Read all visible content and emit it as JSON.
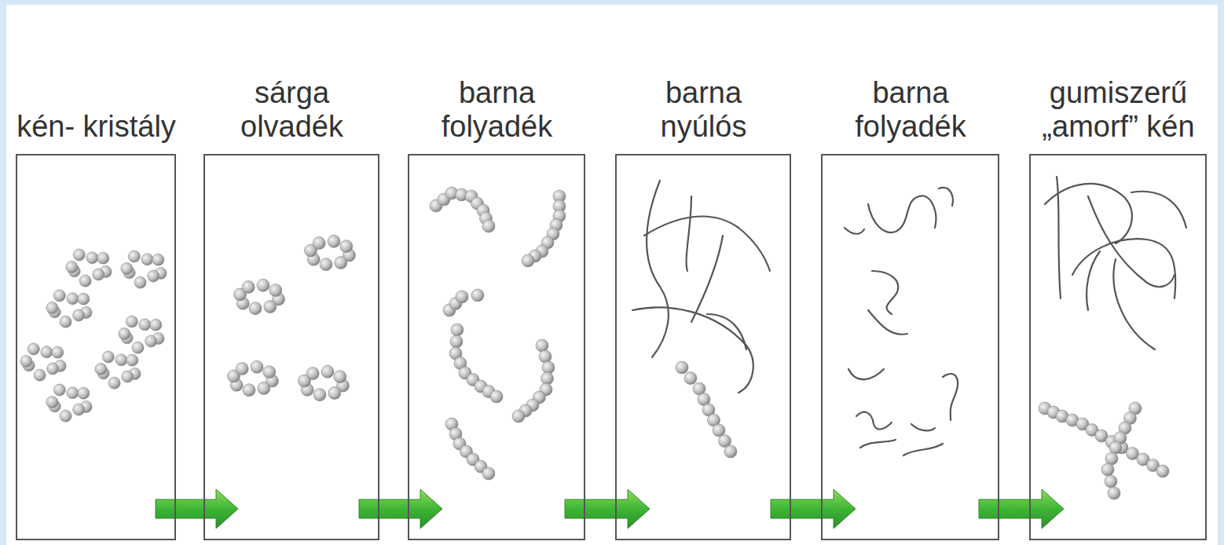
{
  "diagram": {
    "nodes": [
      {
        "text": [
          "kén- kristály"
        ]
      },
      {
        "text": [
          "sárga olvadék"
        ]
      },
      {
        "text": [
          "barna folyadék"
        ]
      },
      {
        "text": [
          "barna nyúlós"
        ]
      },
      {
        "text": [
          "barna folyadék"
        ]
      },
      {
        "text": [
          "gumiszerű „amorf” kén"
        ]
      }
    ],
    "edges": [
      {
        "from": 0,
        "to": 1,
        "arrow": "to"
      },
      {
        "from": 1,
        "to": 2,
        "arrow": "to"
      },
      {
        "from": 2,
        "to": 3,
        "arrow": "to"
      },
      {
        "from": 3,
        "to": 4,
        "arrow": "to"
      },
      {
        "from": 4,
        "to": 5,
        "arrow": "to"
      }
    ]
  }
}
